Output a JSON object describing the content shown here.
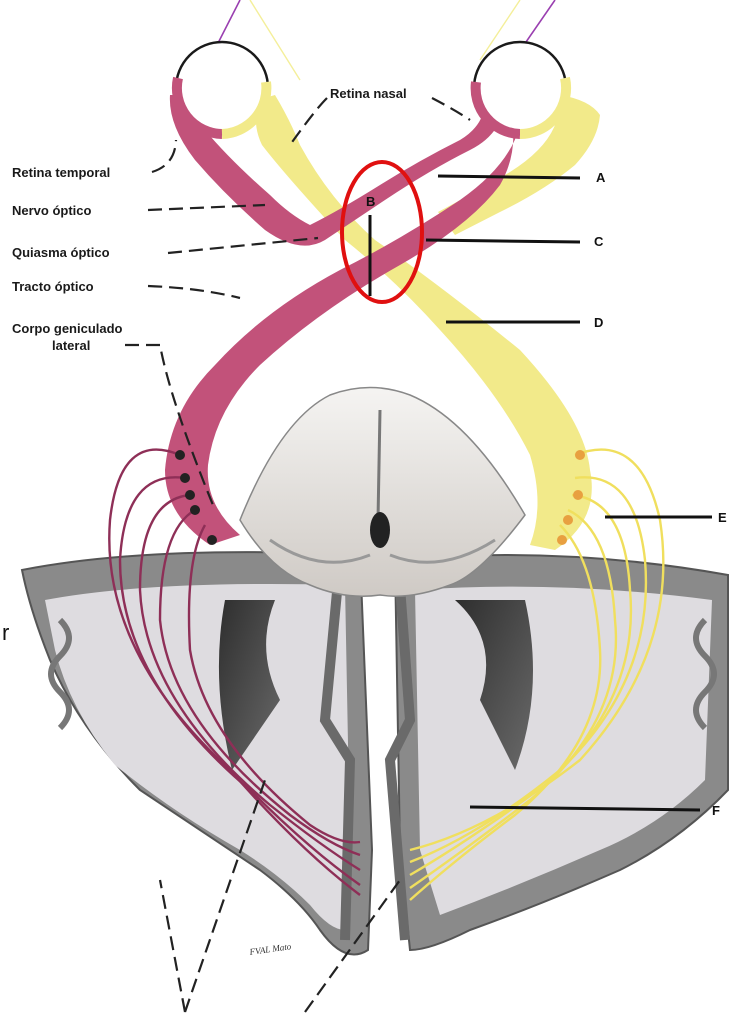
{
  "labels": {
    "retina_nasal": "Retina nasal",
    "retina_temporal": "Retina temporal",
    "nervo_optico": "Nervo óptico",
    "quiasma_optico": "Quiasma óptico",
    "tracto_optico": "Tracto óptico",
    "corpo_geniculado_1": "Corpo geniculado",
    "corpo_geniculado_2": "lateral"
  },
  "lesion_letters": [
    "A",
    "B",
    "C",
    "D",
    "E",
    "F"
  ],
  "side_char": "r",
  "signature": "FVAL Mato",
  "colors": {
    "left_pathway": "#c2527a",
    "right_pathway": "#f2ea8a",
    "left_fibers": "#8e2f57",
    "right_fibers": "#f0df5e",
    "highlight_ring": "#e01010",
    "cortex_gray": "#8a8a8a",
    "white_matter": "#dedce0"
  }
}
